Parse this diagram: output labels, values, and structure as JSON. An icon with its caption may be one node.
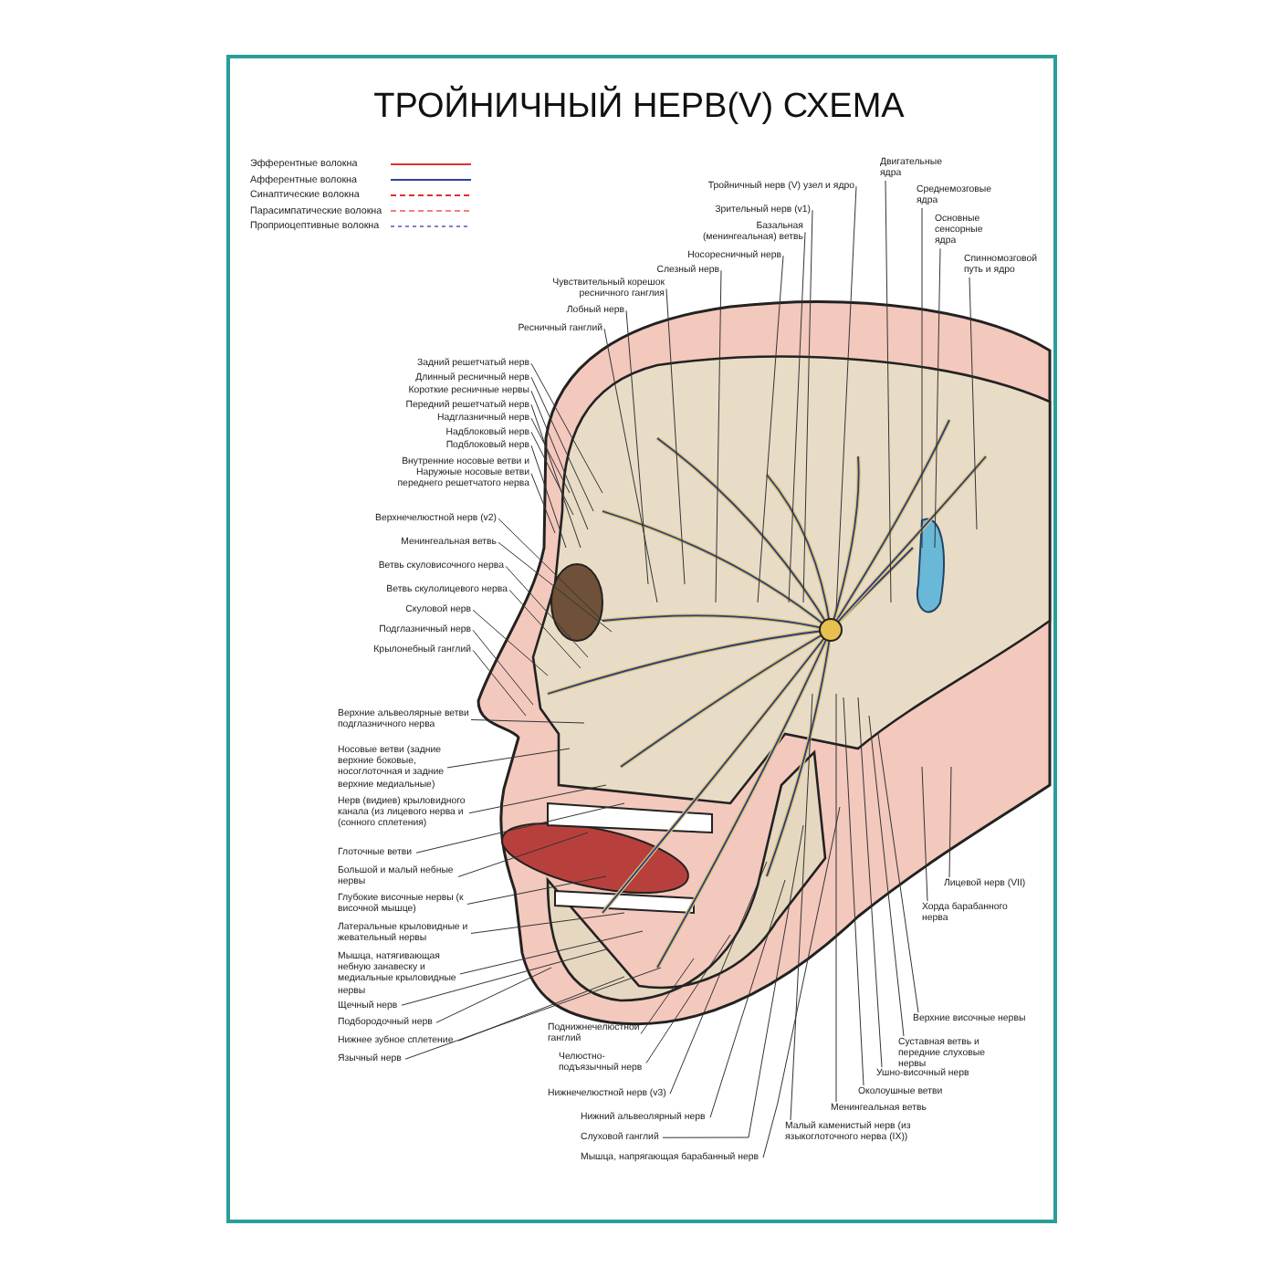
{
  "diagram": {
    "title": "ТРОЙНИЧНЫЙ НЕРВ(V) СХЕМА",
    "nodes": [
      {
        "text": [
          "Тройничный нерв (V) узел и ядро"
        ]
      },
      {
        "text": [
          "Двигательные ядра"
        ]
      },
      {
        "text": [
          "Зрительный нерв (v1)"
        ]
      },
      {
        "text": [
          "Среднемозговые ядра"
        ]
      },
      {
        "text": [
          "Базальная (менингеальная) ветвь"
        ]
      },
      {
        "text": [
          "Основные сенсорные ядра"
        ]
      },
      {
        "text": [
          "Носоресничный нерв"
        ]
      },
      {
        "text": [
          "Спинномозговой путь и ядро"
        ]
      },
      {
        "text": [
          "Слезный нерв"
        ]
      },
      {
        "text": [
          "Чувствительный корешок ресничного ганглия"
        ]
      },
      {
        "text": [
          "Лобный нерв"
        ]
      },
      {
        "text": [
          "Ресничный ганглий"
        ]
      },
      {
        "text": [
          "Задний решетчатый нерв"
        ]
      },
      {
        "text": [
          "Длинный ресничный нерв"
        ]
      },
      {
        "text": [
          "Короткие ресничные нервы"
        ]
      },
      {
        "text": [
          "Передний решетчатый нерв"
        ]
      },
      {
        "text": [
          "Надглазничный нерв"
        ]
      },
      {
        "text": [
          "Надблоковый нерв"
        ]
      },
      {
        "text": [
          "Подблоковый нерв"
        ]
      },
      {
        "text": [
          "Внутренние носовые ветви и Наружные носовые ветви переднего решетчатого нерва"
        ]
      },
      {
        "text": [
          "Верхнечелюстной нерв (v2)"
        ]
      },
      {
        "text": [
          "Менингеальная ветвь"
        ]
      },
      {
        "text": [
          "Ветвь скуловисочного нерва"
        ]
      },
      {
        "text": [
          "Ветвь скулолицевого нерва"
        ]
      },
      {
        "text": [
          "Скуловой нерв"
        ]
      },
      {
        "text": [
          "Подглазничный нерв"
        ]
      },
      {
        "text": [
          "Крылонебный ганглий"
        ]
      },
      {
        "text": [
          "Верхние альвеолярные ветви подглазничного нерва"
        ]
      },
      {
        "text": [
          "Носовые ветви (задние верхние боковые, носоглоточная и задние верхние медиальные)"
        ]
      },
      {
        "text": [
          "Нерв (видиев) крыловидного канала (из лицевого нерва и (сонного сплетения)"
        ]
      },
      {
        "text": [
          "Глоточные ветви"
        ]
      },
      {
        "text": [
          "Большой и малый небные нервы"
        ]
      },
      {
        "text": [
          "Глубокие височные нервы (к височной мышце)"
        ]
      },
      {
        "text": [
          "Латеральные крыловидные и жевательный нервы"
        ]
      },
      {
        "text": [
          "Мышца, натягивающая небную занавеску и медиальные крыловидные нервы"
        ]
      },
      {
        "text": [
          "Щечный нерв"
        ]
      },
      {
        "text": [
          "Подбородочный нерв"
        ]
      },
      {
        "text": [
          "Нижнее зубное сплетение"
        ]
      },
      {
        "text": [
          "Язычный нерв"
        ]
      },
      {
        "text": [
          "Поднижнечелюстной ганглий"
        ]
      },
      {
        "text": [
          "Челюстно-подъязычный нерв"
        ]
      },
      {
        "text": [
          "Нижнечелюстной нерв (v3)"
        ]
      },
      {
        "text": [
          "Нижний альвеолярный нерв"
        ]
      },
      {
        "text": [
          "Слуховой ганглий"
        ]
      },
      {
        "text": [
          "Мышца, напрягающая барабанный нерв"
        ]
      },
      {
        "text": [
          "Малый каменистый нерв (из языкоглоточного нерва (IX))"
        ]
      },
      {
        "text": [
          "Менингеальная ветвь"
        ]
      },
      {
        "text": [
          "Околоушные ветви"
        ]
      },
      {
        "text": [
          "Ушно-височный нерв"
        ]
      },
      {
        "text": [
          "Суставная ветвь и передние слуховые нервы"
        ]
      },
      {
        "text": [
          "Верхние височные нервы"
        ]
      },
      {
        "text": [
          "Хорда барабанного нерва"
        ]
      },
      {
        "text": [
          "Лицевой нерв (VII)"
        ]
      }
    ],
    "edges": [
      {
        "from": 0,
        "to": null,
        "arrow": "none"
      },
      {
        "from": 1,
        "to": null,
        "arrow": "none"
      },
      {
        "from": 2,
        "to": null,
        "arrow": "none"
      },
      {
        "from": 3,
        "to": null,
        "arrow": "none"
      },
      {
        "from": 4,
        "to": null,
        "arrow": "none"
      },
      {
        "from": 5,
        "to": null,
        "arrow": "none"
      },
      {
        "from": 6,
        "to": null,
        "arrow": "none"
      },
      {
        "from": 7,
        "to": null,
        "arrow": "none"
      },
      {
        "from": 8,
        "to": null,
        "arrow": "none"
      },
      {
        "from": 9,
        "to": null,
        "arrow": "none"
      },
      {
        "from": 10,
        "to": null,
        "arrow": "none"
      },
      {
        "from": 11,
        "to": null,
        "arrow": "none"
      },
      {
        "from": 12,
        "to": null,
        "arrow": "none"
      },
      {
        "from": 13,
        "to": null,
        "arrow": "none"
      },
      {
        "from": 14,
        "to": null,
        "arrow": "none"
      },
      {
        "from": 15,
        "to": null,
        "arrow": "none"
      },
      {
        "from": 16,
        "to": null,
        "arrow": "none"
      },
      {
        "from": 17,
        "to": null,
        "arrow": "none"
      },
      {
        "from": 18,
        "to": null,
        "arrow": "none"
      },
      {
        "from": 19,
        "to": null,
        "arrow": "none"
      },
      {
        "from": 20,
        "to": null,
        "arrow": "none"
      },
      {
        "from": 21,
        "to": null,
        "arrow": "none"
      },
      {
        "from": 22,
        "to": null,
        "arrow": "none"
      },
      {
        "from": 23,
        "to": null,
        "arrow": "none"
      },
      {
        "from": 24,
        "to": null,
        "arrow": "none"
      },
      {
        "from": 25,
        "to": null,
        "arrow": "none"
      },
      {
        "from": 26,
        "to": null,
        "arrow": "none"
      },
      {
        "from": 27,
        "to": null,
        "arrow": "none"
      },
      {
        "from": 28,
        "to": null,
        "arrow": "none"
      },
      {
        "from": 29,
        "to": null,
        "arrow": "none"
      },
      {
        "from": 30,
        "to": null,
        "arrow": "none"
      },
      {
        "from": 31,
        "to": null,
        "arrow": "none"
      },
      {
        "from": 32,
        "to": null,
        "arrow": "none"
      },
      {
        "from": 33,
        "to": null,
        "arrow": "none"
      },
      {
        "from": 34,
        "to": null,
        "arrow": "none"
      },
      {
        "from": 35,
        "to": null,
        "arrow": "none"
      },
      {
        "from": 36,
        "to": null,
        "arrow": "none"
      },
      {
        "from": 37,
        "to": null,
        "arrow": "none"
      },
      {
        "from": 38,
        "to": null,
        "arrow": "none"
      },
      {
        "from": 39,
        "to": null,
        "arrow": "none"
      },
      {
        "from": 40,
        "to": null,
        "arrow": "none"
      },
      {
        "from": 41,
        "to": null,
        "arrow": "none"
      },
      {
        "from": 42,
        "to": null,
        "arrow": "none"
      },
      {
        "from": 43,
        "to": null,
        "arrow": "none"
      },
      {
        "from": 44,
        "to": null,
        "arrow": "none"
      },
      {
        "from": 45,
        "to": null,
        "arrow": "none"
      },
      {
        "from": 46,
        "to": null,
        "arrow": "none"
      },
      {
        "from": 47,
        "to": null,
        "arrow": "none"
      },
      {
        "from": 48,
        "to": null,
        "arrow": "none"
      },
      {
        "from": 49,
        "to": null,
        "arrow": "none"
      },
      {
        "from": 50,
        "to": null,
        "arrow": "none"
      },
      {
        "from": 51,
        "to": null,
        "arrow": "none"
      },
      {
        "from": 52,
        "to": null,
        "arrow": "none"
      }
    ],
    "legend": [
      {
        "text": "Эфферентные волокна"
      },
      {
        "text": "Афферентные волокна"
      },
      {
        "text": "Синаптические волокна"
      },
      {
        "text": "Парасимпатические волокна"
      },
      {
        "text": "Проприоцептивные волокна"
      }
    ]
  }
}
